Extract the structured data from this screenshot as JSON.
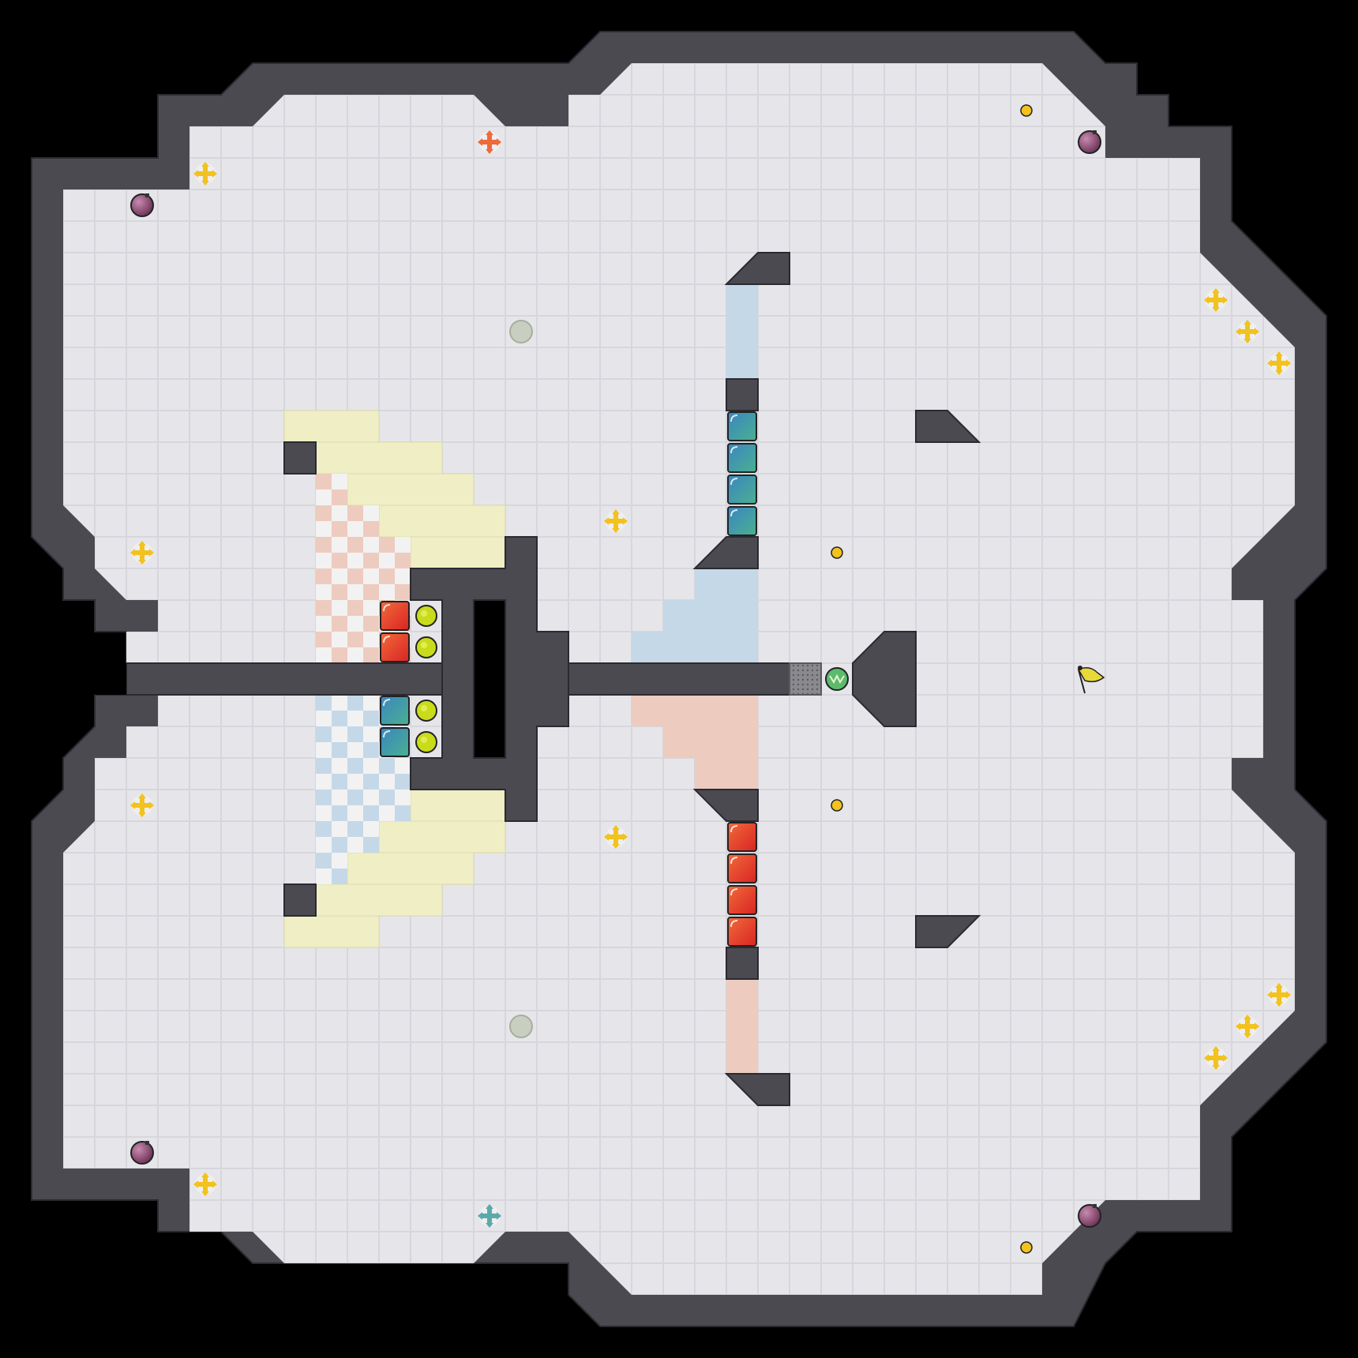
{
  "colors": {
    "background": "#000000",
    "wall": "#4a4a50",
    "wall_edge": "#2a2a30",
    "floor": "#e6e6ea",
    "floor_line": "#d2d2d8",
    "yellow_zone": "#efeec4",
    "red_zone": "#eecbbf",
    "blue_zone": "#c5d8e8",
    "red_tile": "#e23a2a",
    "blue_tile": "#3a8fb0",
    "green_tile": "#48a890",
    "ball_yellow": "#c8dc1c",
    "powerup_yellow": "#f2c21e",
    "bomb": "#8a4a6c",
    "flag": "#e8d83a"
  },
  "icons": {
    "powerup": "plus-arrows-icon",
    "speed_red": "move-arrows-icon-red",
    "speed_blue": "move-arrows-icon-teal",
    "bomb": "bomb-icon",
    "flag": "flag-icon",
    "ball": "ball-icon",
    "boost": "boost-icon",
    "spike": "spike-dot-icon",
    "portal": "portal-icon",
    "gate": "gate-grid-icon"
  },
  "map": {
    "grid_cols": 43,
    "grid_rows": 43
  }
}
